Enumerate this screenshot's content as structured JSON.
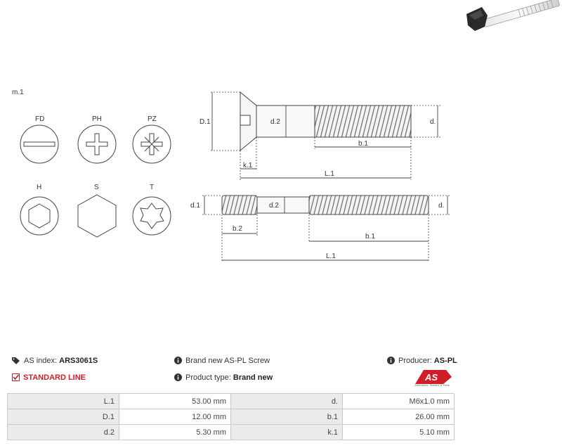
{
  "drawing": {
    "m_label": "m.1",
    "heads": [
      {
        "key": "fd",
        "label": "FD"
      },
      {
        "key": "ph",
        "label": "PH"
      },
      {
        "key": "pz",
        "label": "PZ"
      },
      {
        "key": "h",
        "label": "H"
      },
      {
        "key": "s",
        "label": "S"
      },
      {
        "key": "t",
        "label": "T"
      }
    ],
    "dims": {
      "D1": "D.1",
      "d2": "d.2",
      "d": "d.",
      "b1": "b.1",
      "k1": "k.1",
      "L1": "L.1",
      "d1": "d.1",
      "b2": "b.2",
      "d2b": "d.2",
      "db": "d.",
      "b1b": "b.1",
      "L1b": "L.1"
    }
  },
  "info": {
    "as_index_label": "AS index:",
    "as_index_value": "ARS3061S",
    "line_label": "STANDARD LINE",
    "desc": "Brand new AS-PL Screw",
    "product_type_label": "Product type:",
    "product_type_value": "Brand new",
    "producer_label": "Producer:",
    "producer_value": "AS-PL",
    "logo_text": "AS",
    "logo_tag": "Alternators, Starters & Parts"
  },
  "specs": [
    [
      "L.1",
      "53.00 mm",
      "d.",
      "M6x1.0 mm"
    ],
    [
      "D.1",
      "12.00 mm",
      "b.1",
      "26.00 mm"
    ],
    [
      "d.2",
      "5.30 mm",
      "k.1",
      "5.10 mm"
    ]
  ]
}
